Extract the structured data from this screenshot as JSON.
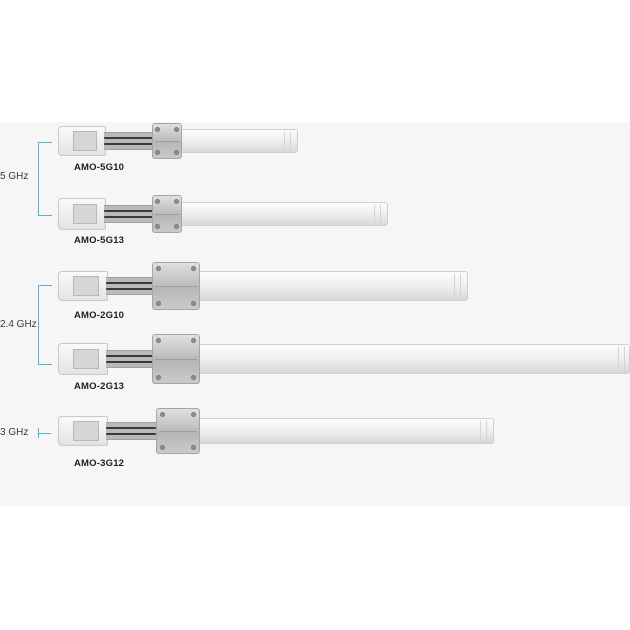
{
  "bands": [
    {
      "label": "5 GHz"
    },
    {
      "label": "2.4 GHz"
    },
    {
      "label": "3 GHz"
    }
  ],
  "antennas": [
    {
      "model": "AMO-5G10"
    },
    {
      "model": "AMO-5G13"
    },
    {
      "model": "AMO-2G10"
    },
    {
      "model": "AMO-2G13"
    },
    {
      "model": "AMO-3G12"
    }
  ],
  "colors": {
    "bracket_line": "#4db6c9",
    "panel_background": "#f6f6f6"
  }
}
